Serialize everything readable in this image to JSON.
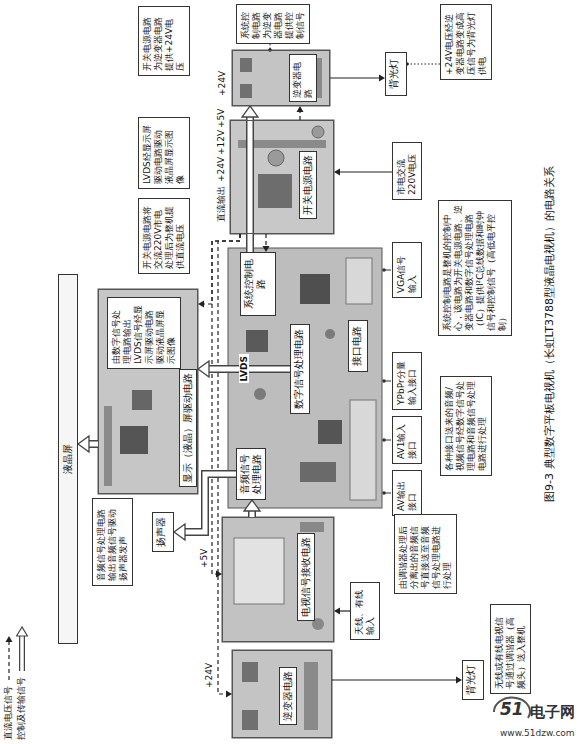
{
  "diagram": {
    "caption": "图9-3 典型数字平板电视机（长虹LT3788型液晶电视机）的电路关系",
    "nodes": [
      {
        "text": [
          "液晶屏"
        ]
      },
      {
        "text": [
          "音频信号处理电路输出音频信号驱动扬声器发声"
        ]
      },
      {
        "text": [
          "显示（液晶）屏驱动电路"
        ]
      },
      {
        "text": [
          "由数字信号处理电路输出LVDS信号经显示屏驱动电路驱动液晶屏显示图像"
        ],
        "in": 2
      },
      {
        "text": [
          "LVDS经显示屏驱动电路驱动液晶屏显示图像"
        ]
      },
      {
        "text": [
          "开关电源电路将交流220V市电处理后为整机提供直流电压"
        ]
      },
      {
        "text": [
          "开关电源电路为逆变器电路提供+24V电压"
        ]
      },
      {
        "text": [
          "扬声器"
        ]
      },
      {
        "text": [
          "电视信号接收电路"
        ]
      },
      {
        "text": [
          "逆变器电路"
        ]
      },
      {
        "text": [
          "系统控制电路"
        ]
      },
      {
        "text": [
          "数字信号处理电路"
        ]
      },
      {
        "text": [
          "音频信号处理电路"
        ]
      },
      {
        "text": [
          "接口电路"
        ]
      },
      {
        "text": [
          "开关电源电路"
        ]
      },
      {
        "text": [
          "逆变器电路"
        ]
      },
      {
        "text": [
          "系统控制电路为逆变器电路提供控制信号"
        ]
      },
      {
        "text": [
          "+24V电压经逆变器电路变成高压信号为背光灯供电"
        ]
      },
      {
        "text": [
          "背光灯"
        ]
      },
      {
        "text": [
          "市电交流220V电压"
        ]
      },
      {
        "text": [
          "AV输出接口"
        ]
      },
      {
        "text": [
          "AV1输入接口"
        ]
      },
      {
        "text": [
          "YPbPr分量输入接口"
        ]
      },
      {
        "text": [
          "VGA信号输入"
        ]
      },
      {
        "text": [
          "天线、有线输入"
        ]
      },
      {
        "text": [
          "由调谐器处理后分离出的音频信号直接送至音频信号处理电路进行处理"
        ]
      },
      {
        "text": [
          "系统控制电路是整机的控制中心，该电路为开关电源电路、逆变器电路和数字信号处理电路（IC）提供I²C总线数据和时钟信号和控制信号（高低电平控制）"
        ]
      },
      {
        "text": [
          "各种接口送来的音频/视频信号经数字信号处理电路和音频信号处理电路进行处理"
        ]
      },
      {
        "text": [
          "背光灯"
        ]
      },
      {
        "text": [
          "无线或有线电视信号通过调谐器（高频头）送入整机"
        ]
      }
    ],
    "edges": [
      {
        "from": 14,
        "to": 15,
        "arrow": "to"
      },
      {
        "from": 10,
        "to": 15,
        "arrow": "to"
      },
      {
        "from": 14,
        "to": 10,
        "arrow": "to"
      },
      {
        "from": 14,
        "to": 9,
        "arrow": "to"
      },
      {
        "from": 14,
        "to": 8,
        "arrow": "to"
      },
      {
        "from": 14,
        "to": 2,
        "arrow": "to"
      },
      {
        "from": 11,
        "to": 2,
        "label": "LVDS",
        "arrow": "to"
      },
      {
        "from": 2,
        "to": 0,
        "arrow": "to"
      },
      {
        "from": 15,
        "to": 18,
        "arrow": "to"
      },
      {
        "from": 9,
        "to": 28,
        "arrow": "to"
      },
      {
        "from": 12,
        "to": 7,
        "arrow": "to"
      },
      {
        "from": 8,
        "to": 12,
        "arrow": "to"
      },
      {
        "from": 19,
        "to": 14,
        "arrow": "to"
      },
      {
        "from": 24,
        "to": 8,
        "arrow": "to"
      },
      {
        "from": 16,
        "to": 15,
        "arrow": "none"
      },
      {
        "from": 17,
        "to": 18,
        "arrow": "none"
      }
    ],
    "labels": [
      "+24V",
      "+24V",
      "+12V",
      "+5V",
      "直流输出",
      "+5V",
      "+24V",
      "51",
      "电子网",
      "www.51dzw.com"
    ],
    "legend": [
      {
        "text": "直流电压信号"
      },
      {
        "text": "控制及传输信号"
      }
    ]
  }
}
